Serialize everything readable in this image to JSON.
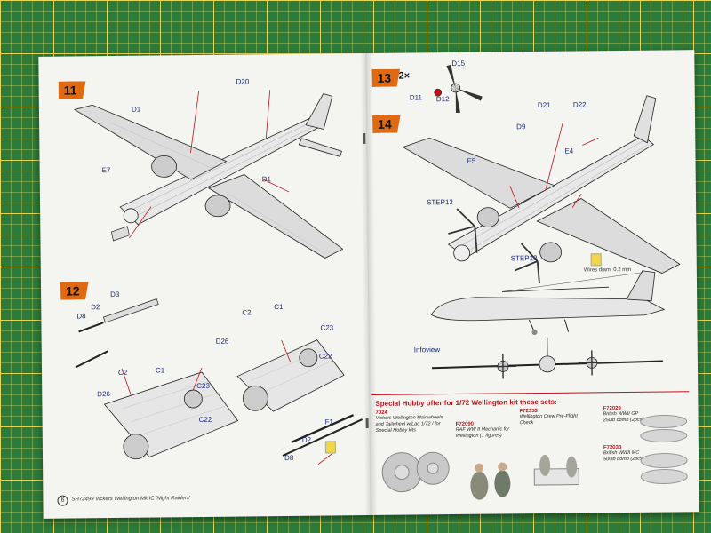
{
  "steps": {
    "s11": {
      "num": "11"
    },
    "s12": {
      "num": "12"
    },
    "s13": {
      "num": "13",
      "mult": "2×"
    },
    "s14": {
      "num": "14"
    }
  },
  "step11_labels": {
    "d20": "D20",
    "d1_top": "D1",
    "e7": "E7",
    "d1_right": "D1"
  },
  "step12_labels": {
    "d3": "D3",
    "d2a": "D2",
    "d8a": "D8",
    "c2a": "C2",
    "c1a": "C1",
    "d26a": "D26",
    "c23a": "C23",
    "c22a": "C22",
    "c2b": "C2",
    "c1b": "C1",
    "d26b": "D26",
    "c23b": "C23",
    "c22b": "C22",
    "f1": "F1",
    "d2b": "D2",
    "d8b": "D8"
  },
  "step13_labels": {
    "d15": "D15",
    "d11": "D11",
    "d12": "D12"
  },
  "step14_labels": {
    "d21": "D21",
    "d22": "D22",
    "d9": "D9",
    "e5": "E5",
    "e4": "E4",
    "step13a": "STEP13",
    "step13b": "STEP13"
  },
  "right_misc": {
    "wires_note": "Wires diam. 0.2 mm",
    "infoview": "Infoview"
  },
  "offer": {
    "title": "Special Hobby offer for 1/72 Wellington kit these sets:",
    "products": [
      {
        "code": "7024",
        "desc": "Vickers Wellington Mainwheels and Tailwheel w/Lag 1/72 / for Special Hobby kits"
      },
      {
        "code": "F72090",
        "desc": "RAF WW II Mechanic for Wellington (1 figures)"
      },
      {
        "code": "F72353",
        "desc": "Wellington Crew Pre-Flight Check"
      },
      {
        "code": "F72029",
        "desc": "British WWII GP 250lb bomb (2pcs.)"
      },
      {
        "code": "F72030",
        "desc": "British WWII MC 500lb bomb (2pcs.)"
      }
    ]
  },
  "footer": {
    "page_number": "6",
    "text": "SH72499 Vickers Wellington Mk.IC 'Night Raiders'"
  },
  "colors": {
    "step_badge": "#e06a12",
    "label_blue": "#1a2a7a",
    "leader_red": "#c0121a",
    "mat_green": "#2c7b3a"
  }
}
